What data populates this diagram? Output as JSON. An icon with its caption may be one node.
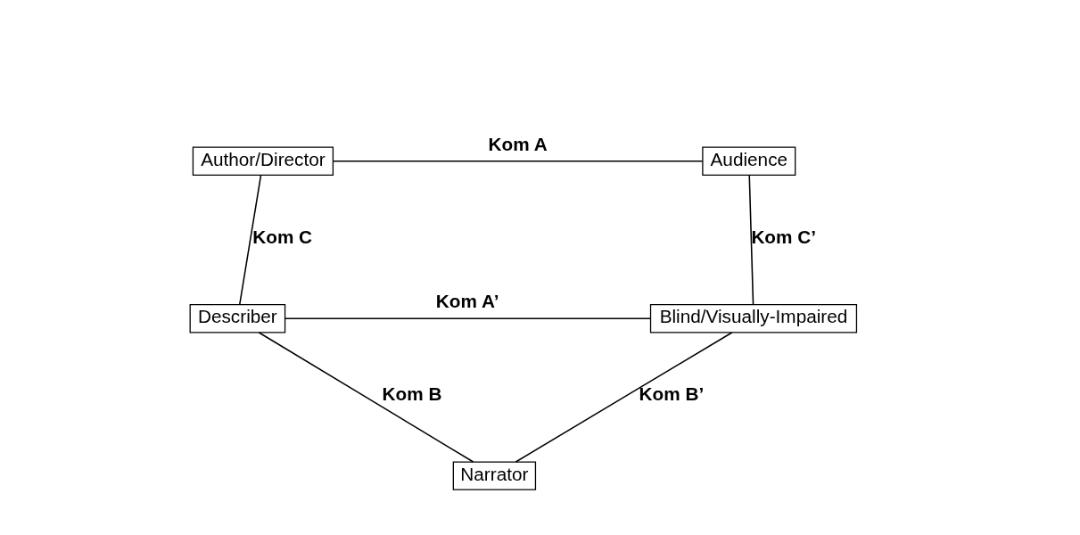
{
  "diagram": {
    "nodes": [
      {
        "text": [
          "Author/Director"
        ]
      },
      {
        "text": [
          "Audience"
        ]
      },
      {
        "text": [
          "Describer"
        ]
      },
      {
        "text": [
          "Blind/Visually-Impaired"
        ]
      },
      {
        "text": [
          "Narrator"
        ]
      }
    ],
    "edges": [
      {
        "from": 0,
        "to": 1,
        "arrow": "none",
        "label": "Kom A"
      },
      {
        "from": 0,
        "to": 2,
        "arrow": "none",
        "label": "Kom C"
      },
      {
        "from": 1,
        "to": 3,
        "arrow": "none",
        "label": "Kom C’"
      },
      {
        "from": 2,
        "to": 3,
        "arrow": "none",
        "label": "Kom A’"
      },
      {
        "from": 2,
        "to": 4,
        "arrow": "none",
        "label": "Kom B"
      },
      {
        "from": 3,
        "to": 4,
        "arrow": "none",
        "label": "Kom B’"
      }
    ]
  }
}
